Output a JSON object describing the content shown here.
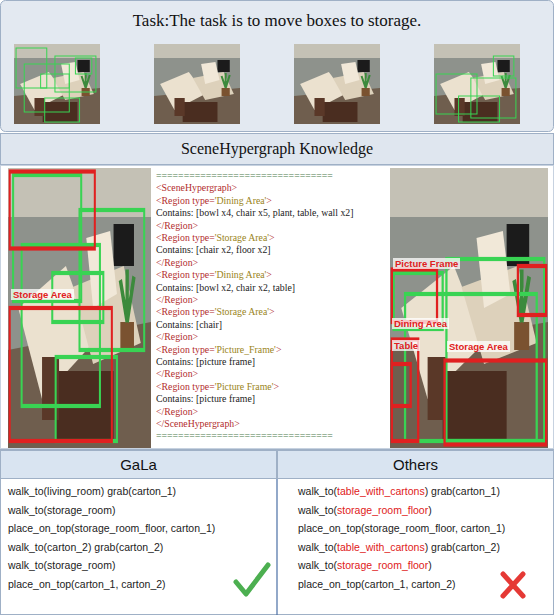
{
  "diagram": {
    "title": "Task:The task is to move boxes to storage.",
    "nodes": [
      {
        "text": [
          "SceneHypergraph Knowledge"
        ]
      },
      {
        "text": [
          "GaLa"
        ]
      },
      {
        "text": [
          "Others"
        ]
      }
    ],
    "labels": [
      "================================",
      "<SceneHypergraph>",
      "<Region type=",
      "'Dining Area'",
      ">",
      "Contains: [bowl x4, chair x5, plant, table, wall x2]",
      "</Region>",
      "<Region type=",
      "'Storage Area'",
      ">",
      "Contains: [chair x2, floor x2]",
      "</Region>",
      "<Region type=",
      "'Dining Area'",
      ">",
      "Contains: [bowl x2, chair x2, table]",
      "</Region>",
      "<Region type=",
      "'Storage Area'",
      ">",
      "Contains: [chair]",
      "</Region>",
      "<Region type=",
      "'Picture_Frame'",
      ">",
      "Contains: [picture frame]",
      "</Region>",
      "<Region type=",
      "'Picture Frame'",
      ">",
      "Contains: [picture frame]",
      "</Region>",
      "</SceneHypergraph>",
      "================================",
      "walk_to(living_room) grab(carton_1)",
      "walk_to(storage_room)",
      "place_on_top(storage_room_floor, carton_1)",
      "walk_to(carton_2) grab(carton_2)",
      "walk_to(storage_room)",
      "place_on_top(carton_1, carton_2)",
      "walk_to(",
      "table_with_cartons",
      ") grab(carton_1)",
      "walk_to(",
      "storage_room_floor",
      ")",
      "place_on_top(storage_room_floor, carton_1)",
      "walk_to(",
      "table_with_cartons",
      ") grab(carton_2)",
      "walk_to(",
      "storage_room_floor",
      ")",
      "place_on_top(carton_1, carton_2)",
      "Storage Area",
      "Picture Frame",
      "Dining Area",
      "Table",
      "Storage Area"
    ]
  }
}
